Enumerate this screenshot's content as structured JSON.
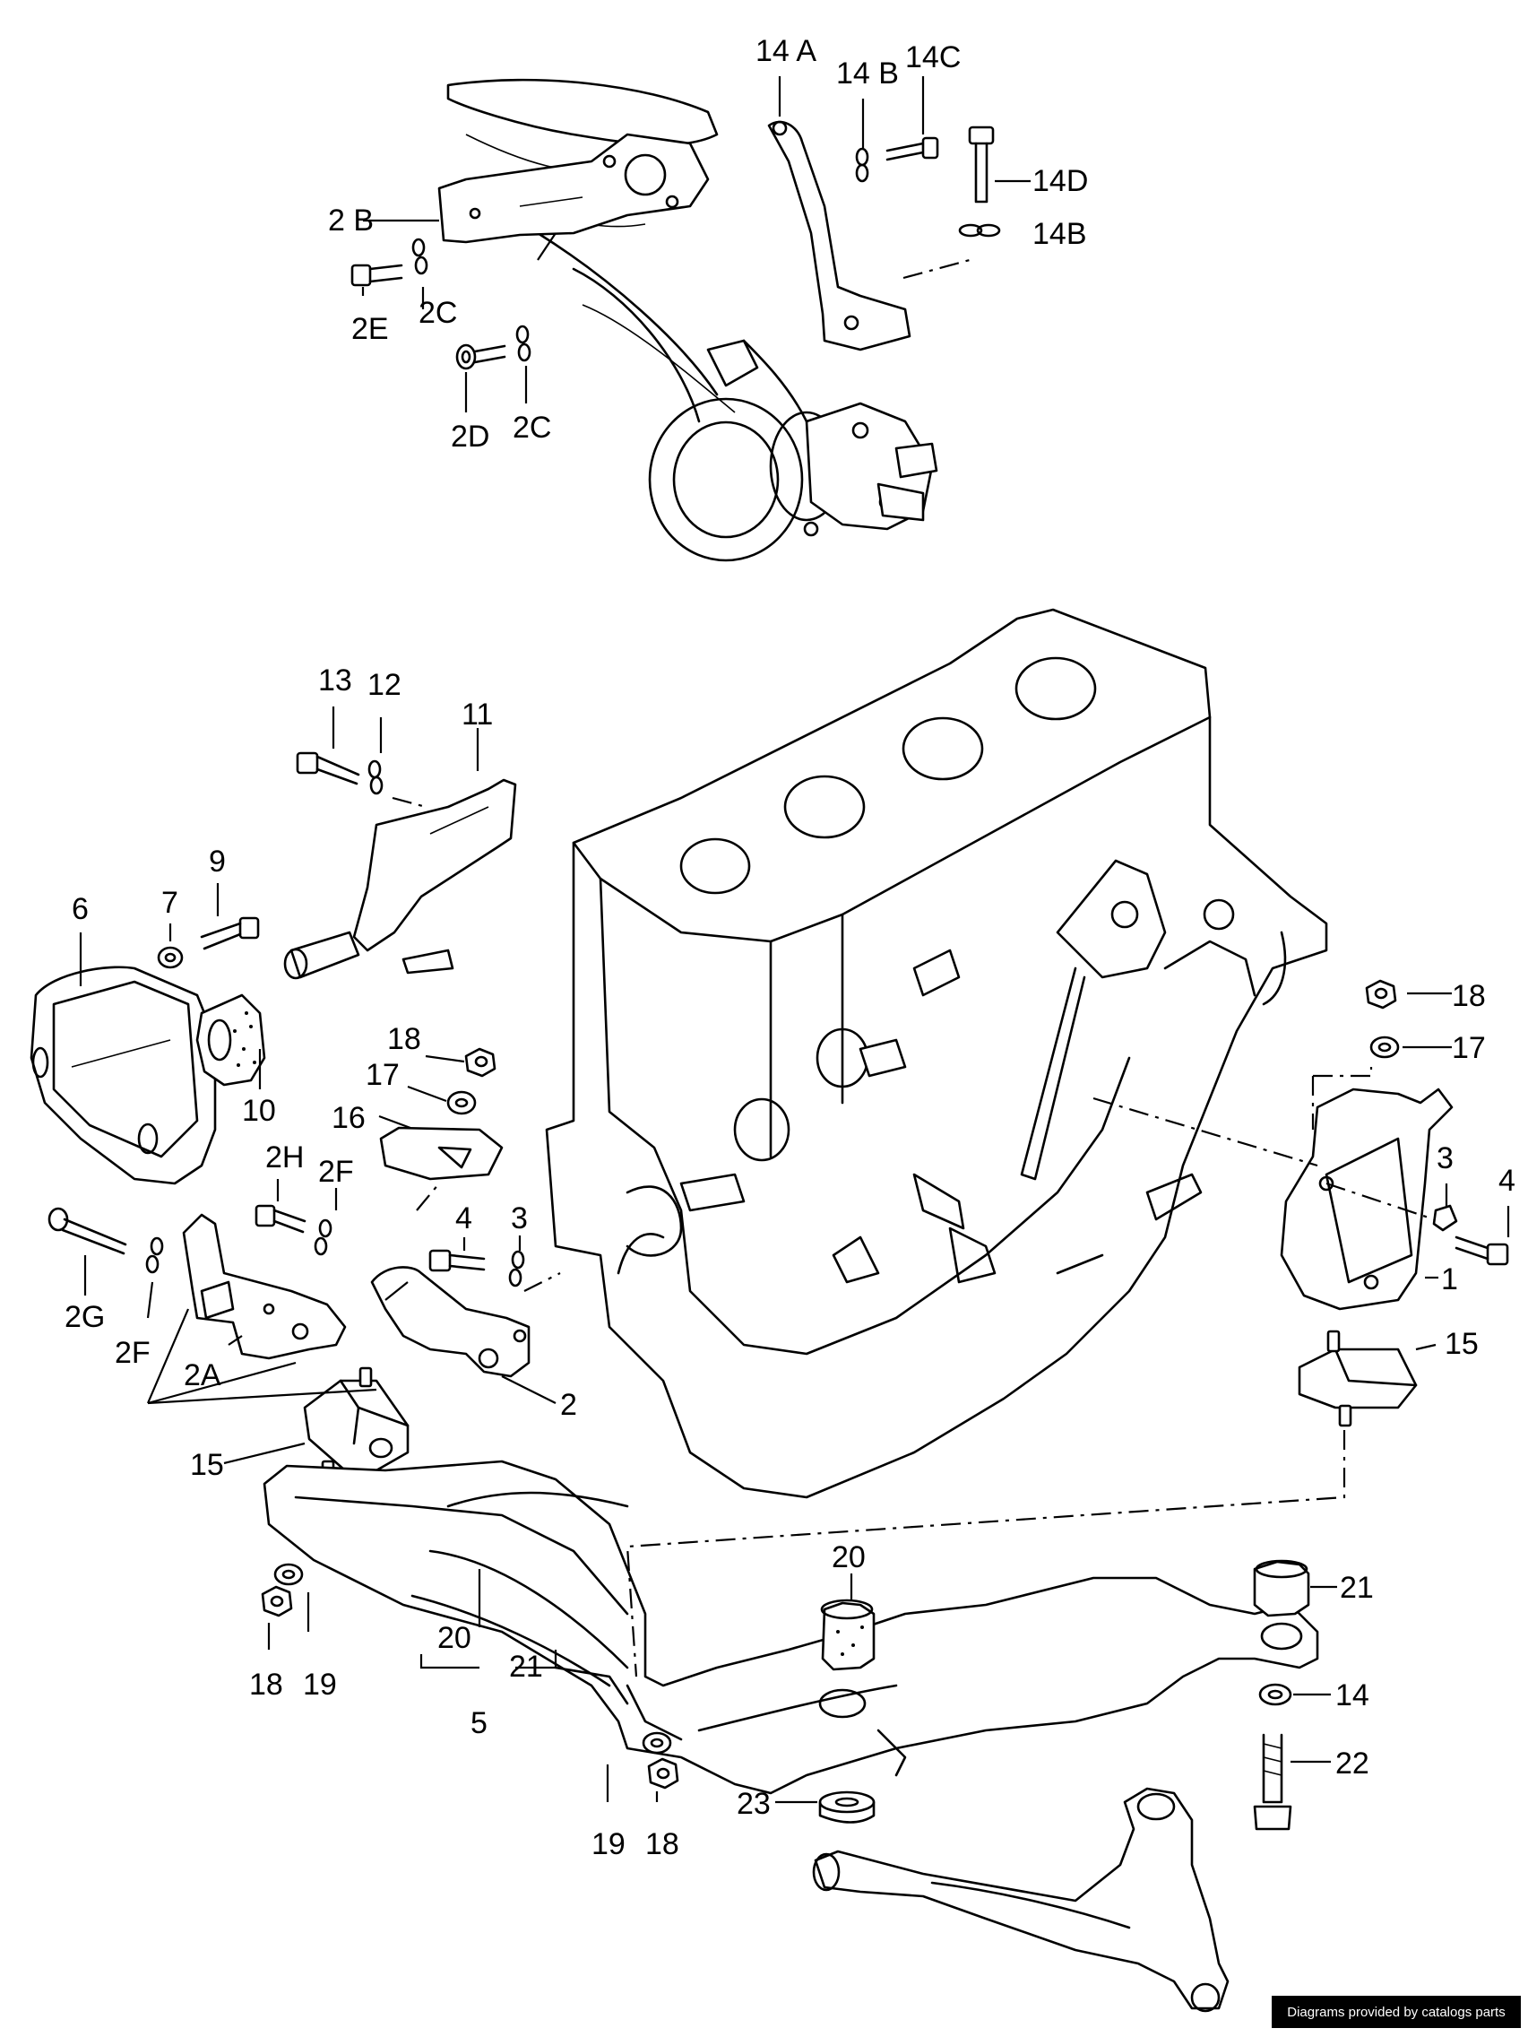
{
  "labels": {
    "l14A": "14 A",
    "l14B_top": "14 B",
    "l14C": "14C",
    "l14D": "14D",
    "l14B_bottom": "14B",
    "l2B": "2 B",
    "l2E": "2E",
    "l2C_upper": "2C",
    "l2C_lower": "2C",
    "l2D": "2D",
    "l13": "13",
    "l12": "12",
    "l11": "11",
    "l7": "7",
    "l9": "9",
    "l6": "6",
    "l10": "10",
    "l18_mid": "18",
    "l17_mid": "17",
    "l16": "16",
    "l2H": "2H",
    "l2F_upper": "2F",
    "l4_left": "4",
    "l3_left": "3",
    "l2G": "2G",
    "l2F_lower": "2F",
    "l2A": "2A",
    "l2": "2",
    "l15_left": "15",
    "l18_right": "18",
    "l17_right": "17",
    "l3_right": "3",
    "l4_right": "4",
    "l1": "1",
    "l15_right": "15",
    "l20_right": "20",
    "l21_right": "21",
    "l14": "14",
    "l22": "22",
    "l23": "23",
    "l18_lower_left": "18",
    "l19_lower_left": "19",
    "l20_lower": "20",
    "l21_lower": "21",
    "l5": "5",
    "l19_bottom": "19",
    "l18_bottom": "18"
  },
  "credit": "Diagrams provided by catalogs parts",
  "colors": {
    "line": "#000000",
    "background": "#ffffff",
    "credit_bg": "#000000",
    "credit_text": "#ffffff"
  }
}
